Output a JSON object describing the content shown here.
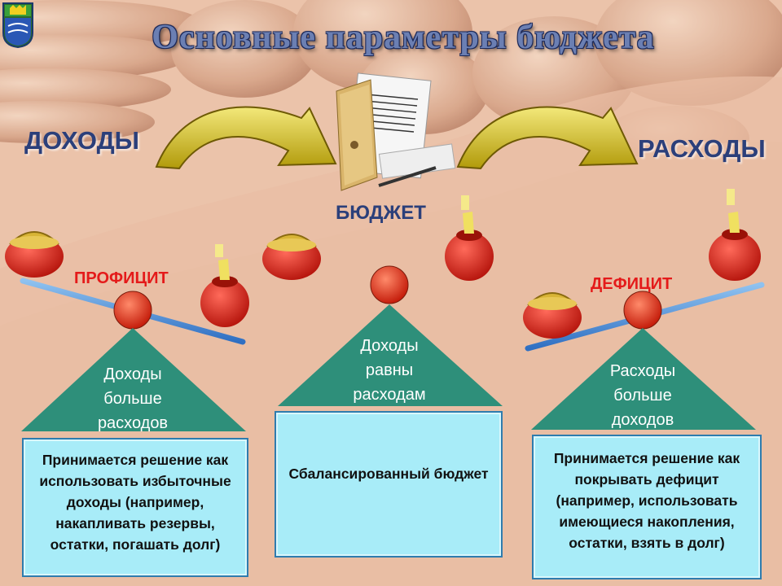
{
  "slide": {
    "title": "Основные параметры бюджета",
    "income_label": "ДОХОДЫ",
    "expense_label": "РАСХОДЫ",
    "budget_label": "БЮДЖЕТ"
  },
  "scales": [
    {
      "state_label": "ПРОФИЦИТ",
      "triangle_text": "Доходы больше расходов",
      "box_text": "Принимается решение как использовать избыточные доходы (например, накапливать резервы, остатки, погашать долг)"
    },
    {
      "state_label": "",
      "triangle_text": "Доходы равны расходам",
      "box_text": "Сбалансированный бюджет"
    },
    {
      "state_label": "ДЕФИЦИТ",
      "triangle_text": "Расходы больше доходов",
      "box_text": "Принимается решение как покрывать дефицит (например, использовать имеющиеся накопления, остатки, взять в долг)"
    }
  ],
  "colors": {
    "background": "#e9bea4",
    "triangle": "#2e8f7a",
    "box": "#a8ecf8",
    "beam": "#4a8fd6",
    "pivot": "#e4361d",
    "arrow": "#d8c21a",
    "label_blue": "#2b3f7a",
    "label_red": "#e41a1a"
  },
  "icons": [
    "city-emblem-icon",
    "arrow-icon",
    "folder-document-icon",
    "purse-icon",
    "money-bag-icon"
  ]
}
